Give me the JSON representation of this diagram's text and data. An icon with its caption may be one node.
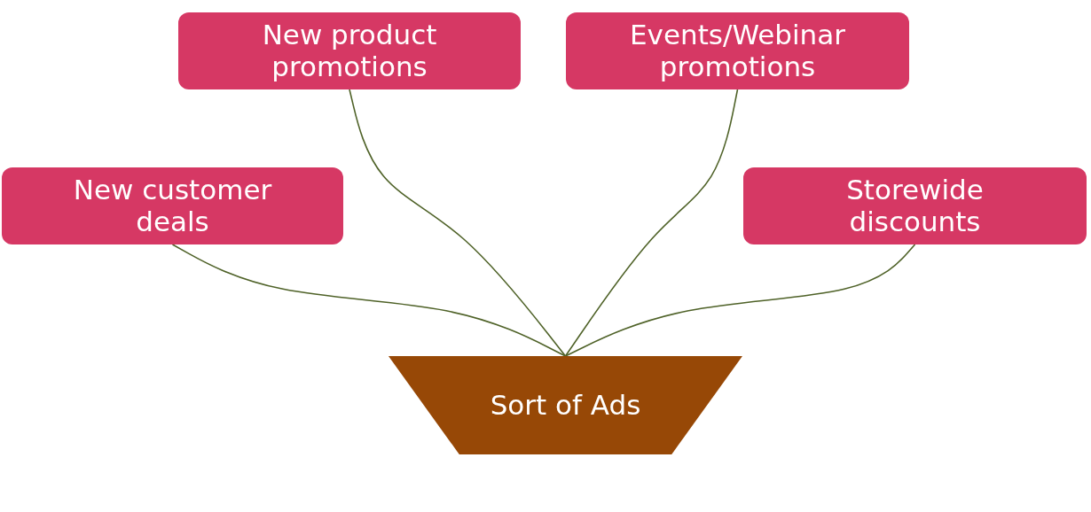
{
  "diagram": {
    "nodes": [
      {
        "text": [
          "New product promotions"
        ]
      },
      {
        "text": [
          "Events/Webinar promotions"
        ]
      },
      {
        "text": [
          "New customer deals"
        ]
      },
      {
        "text": [
          "Storewide discounts"
        ]
      },
      {
        "text": [
          "Sort of Ads"
        ]
      }
    ],
    "edges": [
      {
        "from": 2,
        "to": 4,
        "arrow": "none"
      },
      {
        "from": 0,
        "to": 4,
        "arrow": "none"
      },
      {
        "from": 1,
        "to": 4,
        "arrow": "none"
      },
      {
        "from": 3,
        "to": 4,
        "arrow": "none"
      }
    ]
  }
}
